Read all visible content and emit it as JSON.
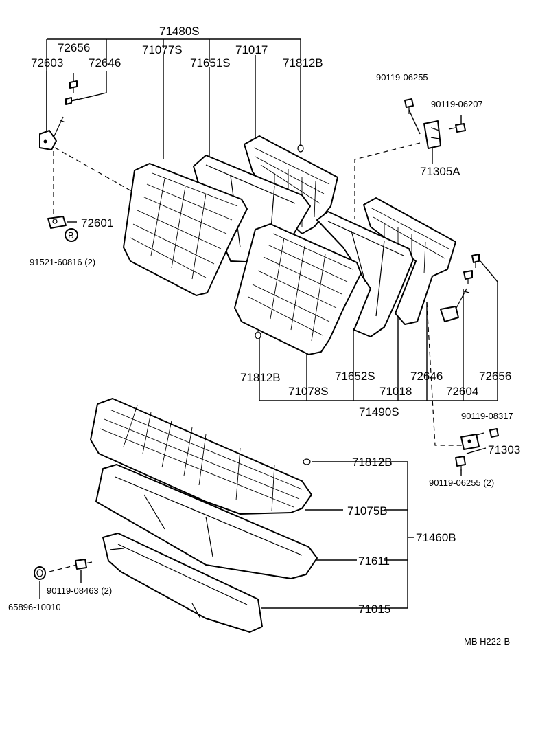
{
  "labels": {
    "assy_upper_left": "71480S",
    "cover_left": "71077S",
    "frame_left": "71017",
    "clip_top": "71812B",
    "pad_left": "71651S",
    "bolt_72656_left": "72656",
    "screw_72646_left": "72646",
    "hinge_72603": "72603",
    "bracket_72601": "72601",
    "circle_b": "B",
    "nut_91521": "91521-60816 (2)",
    "bolt_90119_06255_top": "90119-06255",
    "bolt_90119_06207": "90119-06207",
    "hinge_71305A": "71305A",
    "clip_lower_left": "71812B",
    "cover_right": "71078S",
    "pad_right": "71652S",
    "frame_right": "71018",
    "assy_upper_right": "71490S",
    "screw_72646_right": "72646",
    "bolt_72656_right": "72656",
    "hinge_72604": "72604",
    "bolt_90119_08317": "90119-08317",
    "bracket_71303": "71303",
    "bolt_90119_06255_2": "90119-06255 (2)",
    "clip_cushion": "71812B",
    "cushion_cover": "71075B",
    "cushion_assy": "71460B",
    "cushion_pad": "71611",
    "cushion_frame": "71015",
    "bolt_90119_08463": "90119-08463 (2)",
    "nut_65896": "65896-10010",
    "diagram_code": "MB  H222-B"
  }
}
